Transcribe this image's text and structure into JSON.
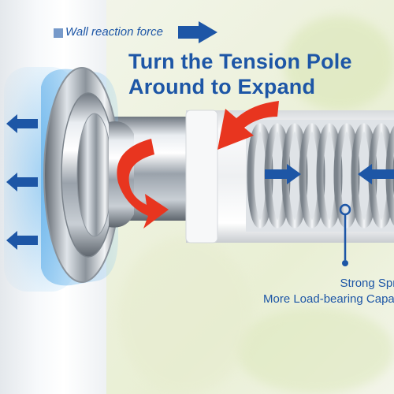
{
  "labels": {
    "wall_force": "Wall reaction force",
    "title_line1": "Turn the Tension Pole",
    "title_line2": "Around to Expand",
    "spring_line1": "Strong Spring",
    "spring_line2": "More Load-bearing Capacity"
  },
  "colors": {
    "brand_blue": "#1d56a6",
    "arrow_red": "#e8351f",
    "glow_blue": "#5ab0ea"
  },
  "icons": [
    "wall-force-arrow-icon",
    "rotation-arrow-icon",
    "compression-arrow-icon"
  ]
}
